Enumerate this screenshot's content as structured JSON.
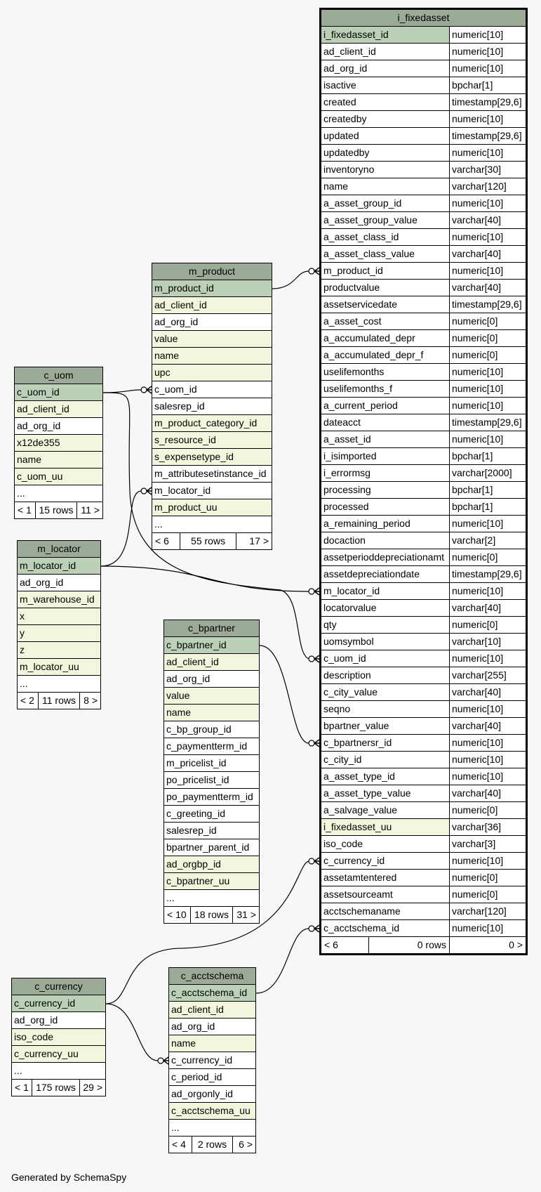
{
  "footer": "Generated by SchemaSpy",
  "tables": [
    {
      "key": "fixed",
      "name": "i_fixedasset",
      "columns": [
        [
          "i_fixedasset_id",
          "numeric[10]",
          "pk"
        ],
        [
          "ad_client_id",
          "numeric[10]",
          ""
        ],
        [
          "ad_org_id",
          "numeric[10]",
          ""
        ],
        [
          "isactive",
          "bpchar[1]",
          ""
        ],
        [
          "created",
          "timestamp[29,6]",
          ""
        ],
        [
          "createdby",
          "numeric[10]",
          ""
        ],
        [
          "updated",
          "timestamp[29,6]",
          ""
        ],
        [
          "updatedby",
          "numeric[10]",
          ""
        ],
        [
          "inventoryno",
          "varchar[30]",
          ""
        ],
        [
          "name",
          "varchar[120]",
          ""
        ],
        [
          "a_asset_group_id",
          "numeric[10]",
          ""
        ],
        [
          "a_asset_group_value",
          "varchar[40]",
          ""
        ],
        [
          "a_asset_class_id",
          "numeric[10]",
          ""
        ],
        [
          "a_asset_class_value",
          "varchar[40]",
          ""
        ],
        [
          "m_product_id",
          "numeric[10]",
          ""
        ],
        [
          "productvalue",
          "varchar[40]",
          ""
        ],
        [
          "assetservicedate",
          "timestamp[29,6]",
          ""
        ],
        [
          "a_asset_cost",
          "numeric[0]",
          ""
        ],
        [
          "a_accumulated_depr",
          "numeric[0]",
          ""
        ],
        [
          "a_accumulated_depr_f",
          "numeric[0]",
          ""
        ],
        [
          "uselifemonths",
          "numeric[10]",
          ""
        ],
        [
          "uselifemonths_f",
          "numeric[10]",
          ""
        ],
        [
          "a_current_period",
          "numeric[10]",
          ""
        ],
        [
          "dateacct",
          "timestamp[29,6]",
          ""
        ],
        [
          "a_asset_id",
          "numeric[10]",
          ""
        ],
        [
          "i_isimported",
          "bpchar[1]",
          ""
        ],
        [
          "i_errormsg",
          "varchar[2000]",
          ""
        ],
        [
          "processing",
          "bpchar[1]",
          ""
        ],
        [
          "processed",
          "bpchar[1]",
          ""
        ],
        [
          "a_remaining_period",
          "numeric[10]",
          ""
        ],
        [
          "docaction",
          "varchar[2]",
          ""
        ],
        [
          "assetperioddepreciationamt",
          "numeric[0]",
          ""
        ],
        [
          "assetdepreciationdate",
          "timestamp[29,6]",
          ""
        ],
        [
          "m_locator_id",
          "numeric[10]",
          ""
        ],
        [
          "locatorvalue",
          "varchar[40]",
          ""
        ],
        [
          "qty",
          "numeric[0]",
          ""
        ],
        [
          "uomsymbol",
          "varchar[10]",
          ""
        ],
        [
          "c_uom_id",
          "numeric[10]",
          ""
        ],
        [
          "description",
          "varchar[255]",
          ""
        ],
        [
          "c_city_value",
          "varchar[40]",
          ""
        ],
        [
          "seqno",
          "numeric[10]",
          ""
        ],
        [
          "bpartner_value",
          "varchar[40]",
          ""
        ],
        [
          "c_bpartnersr_id",
          "numeric[10]",
          ""
        ],
        [
          "c_city_id",
          "numeric[10]",
          ""
        ],
        [
          "a_asset_type_id",
          "numeric[10]",
          ""
        ],
        [
          "a_asset_type_value",
          "varchar[40]",
          ""
        ],
        [
          "a_salvage_value",
          "numeric[0]",
          ""
        ],
        [
          "i_fixedasset_uu",
          "varchar[36]",
          "fk"
        ],
        [
          "iso_code",
          "varchar[3]",
          ""
        ],
        [
          "c_currency_id",
          "numeric[10]",
          ""
        ],
        [
          "assetamtentered",
          "numeric[0]",
          ""
        ],
        [
          "assetsourceamt",
          "numeric[0]",
          ""
        ],
        [
          "acctschemaname",
          "varchar[120]",
          ""
        ],
        [
          "c_acctschema_id",
          "numeric[10]",
          ""
        ]
      ],
      "footer": [
        "< 6",
        "0 rows",
        "0 >"
      ]
    },
    {
      "key": "product",
      "name": "m_product",
      "columns": [
        [
          "m_product_id",
          "",
          "pk"
        ],
        [
          "ad_client_id",
          "",
          "fk"
        ],
        [
          "ad_org_id",
          "",
          ""
        ],
        [
          "value",
          "",
          "fk"
        ],
        [
          "name",
          "",
          "fk"
        ],
        [
          "upc",
          "",
          "fk"
        ],
        [
          "c_uom_id",
          "",
          ""
        ],
        [
          "salesrep_id",
          "",
          ""
        ],
        [
          "m_product_category_id",
          "",
          "fk"
        ],
        [
          "s_resource_id",
          "",
          "fk"
        ],
        [
          "s_expensetype_id",
          "",
          "fk"
        ],
        [
          "m_attributesetinstance_id",
          "",
          ""
        ],
        [
          "m_locator_id",
          "",
          ""
        ],
        [
          "m_product_uu",
          "",
          "fk"
        ],
        [
          "...",
          "",
          ""
        ]
      ],
      "footer": [
        "< 6",
        "55 rows",
        "17 >"
      ]
    },
    {
      "key": "uom",
      "name": "c_uom",
      "columns": [
        [
          "c_uom_id",
          "",
          "pk"
        ],
        [
          "ad_client_id",
          "",
          "fk"
        ],
        [
          "ad_org_id",
          "",
          ""
        ],
        [
          "x12de355",
          "",
          "fk"
        ],
        [
          "name",
          "",
          "fk"
        ],
        [
          "c_uom_uu",
          "",
          "fk"
        ],
        [
          "...",
          "",
          ""
        ]
      ],
      "footer": [
        "< 1",
        "15 rows",
        "11 >"
      ]
    },
    {
      "key": "locator",
      "name": "m_locator",
      "columns": [
        [
          "m_locator_id",
          "",
          "pk"
        ],
        [
          "ad_org_id",
          "",
          ""
        ],
        [
          "m_warehouse_id",
          "",
          "fk"
        ],
        [
          "x",
          "",
          "fk"
        ],
        [
          "y",
          "",
          "fk"
        ],
        [
          "z",
          "",
          "fk"
        ],
        [
          "m_locator_uu",
          "",
          "fk"
        ],
        [
          "...",
          "",
          ""
        ]
      ],
      "footer": [
        "< 2",
        "11 rows",
        "8 >"
      ]
    },
    {
      "key": "bpartner",
      "name": "c_bpartner",
      "columns": [
        [
          "c_bpartner_id",
          "",
          "pk"
        ],
        [
          "ad_client_id",
          "",
          "fk"
        ],
        [
          "ad_org_id",
          "",
          ""
        ],
        [
          "value",
          "",
          "fk"
        ],
        [
          "name",
          "",
          "fk"
        ],
        [
          "c_bp_group_id",
          "",
          ""
        ],
        [
          "c_paymentterm_id",
          "",
          ""
        ],
        [
          "m_pricelist_id",
          "",
          ""
        ],
        [
          "po_pricelist_id",
          "",
          ""
        ],
        [
          "po_paymentterm_id",
          "",
          ""
        ],
        [
          "c_greeting_id",
          "",
          ""
        ],
        [
          "salesrep_id",
          "",
          ""
        ],
        [
          "bpartner_parent_id",
          "",
          ""
        ],
        [
          "ad_orgbp_id",
          "",
          "fk"
        ],
        [
          "c_bpartner_uu",
          "",
          "fk"
        ],
        [
          "...",
          "",
          ""
        ]
      ],
      "footer": [
        "< 10",
        "18 rows",
        "31 >"
      ]
    },
    {
      "key": "currency",
      "name": "c_currency",
      "columns": [
        [
          "c_currency_id",
          "",
          "pk"
        ],
        [
          "ad_org_id",
          "",
          ""
        ],
        [
          "iso_code",
          "",
          "fk"
        ],
        [
          "c_currency_uu",
          "",
          "fk"
        ],
        [
          "...",
          "",
          ""
        ]
      ],
      "footer": [
        "< 1",
        "175 rows",
        "29 >"
      ]
    },
    {
      "key": "acct",
      "name": "c_acctschema",
      "columns": [
        [
          "c_acctschema_id",
          "",
          "pk"
        ],
        [
          "ad_client_id",
          "",
          "fk"
        ],
        [
          "ad_org_id",
          "",
          ""
        ],
        [
          "name",
          "",
          "fk"
        ],
        [
          "c_currency_id",
          "",
          ""
        ],
        [
          "c_period_id",
          "",
          ""
        ],
        [
          "ad_orgonly_id",
          "",
          ""
        ],
        [
          "c_acctschema_uu",
          "",
          "fk"
        ],
        [
          "...",
          "",
          ""
        ]
      ],
      "footer": [
        "< 4",
        "2 rows",
        "6 >"
      ]
    }
  ]
}
